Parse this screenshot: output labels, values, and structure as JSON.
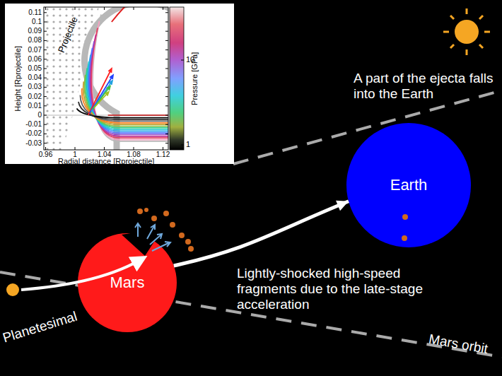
{
  "diagram": {
    "nodes": [
      {
        "text": [
          "Mars"
        ]
      },
      {
        "text": [
          "Earth"
        ]
      }
    ],
    "edges": [
      {
        "from": 0,
        "to": 1,
        "arrow": "to"
      }
    ],
    "labels": [
      "A part of the ejecta falls into the Earth",
      "Lightly-shocked high-speed fragments due to the late-stage acceleration",
      "Planetesimal",
      "Mars orbit",
      "Projectile",
      "Height [Rprojectile]",
      "Radial distance [Rprojectile]",
      "Pressure [GPa]",
      "10",
      "1",
      "0.11",
      "0.1",
      "0.09",
      "0.08",
      "0.07",
      "0.06",
      "0.05",
      "0.04",
      "0.03",
      "0.02",
      "0.01",
      "0",
      "-0.01",
      "-0.02",
      "-0.03",
      "0.96",
      "1",
      "1.04",
      "1.08",
      "1.12"
    ]
  }
}
